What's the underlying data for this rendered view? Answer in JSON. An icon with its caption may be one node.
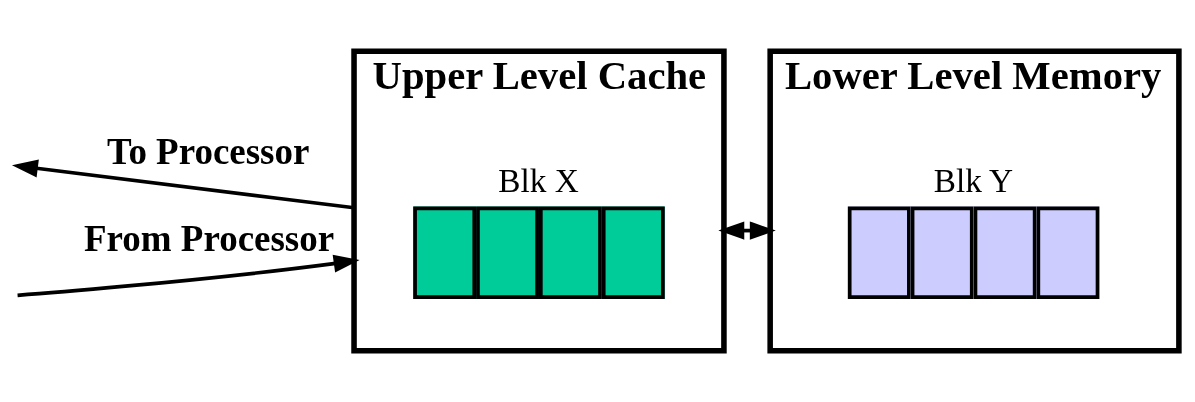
{
  "diagram": {
    "nodes": [
      {
        "text": [
          "Upper Level Cache"
        ]
      },
      {
        "text": [
          "Blk X"
        ],
        "in": 0
      },
      {
        "text": [
          "Lower Level Memory"
        ]
      },
      {
        "text": [
          "Blk Y"
        ],
        "in": 2
      }
    ],
    "edges": [
      {
        "from": 0,
        "to": null,
        "arrow": "to",
        "label": "To Processor"
      },
      {
        "from": null,
        "to": 0,
        "arrow": "to",
        "label": "From Processor"
      },
      {
        "from": 0,
        "to": 2,
        "arrow": "both"
      }
    ]
  }
}
